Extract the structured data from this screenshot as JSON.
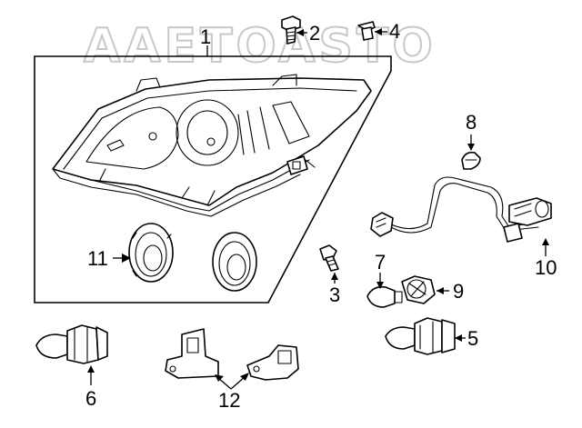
{
  "watermark": {
    "text": "AAETOASTO"
  },
  "callouts": [
    {
      "id": "1",
      "text": "1"
    },
    {
      "id": "2",
      "text": "2"
    },
    {
      "id": "3",
      "text": "3"
    },
    {
      "id": "4",
      "text": "4"
    },
    {
      "id": "5",
      "text": "5"
    },
    {
      "id": "6",
      "text": "6"
    },
    {
      "id": "7",
      "text": "7"
    },
    {
      "id": "8",
      "text": "8"
    },
    {
      "id": "9",
      "text": "9"
    },
    {
      "id": "10",
      "text": "10"
    },
    {
      "id": "11",
      "text": "11"
    },
    {
      "id": "12",
      "text": "12"
    }
  ]
}
